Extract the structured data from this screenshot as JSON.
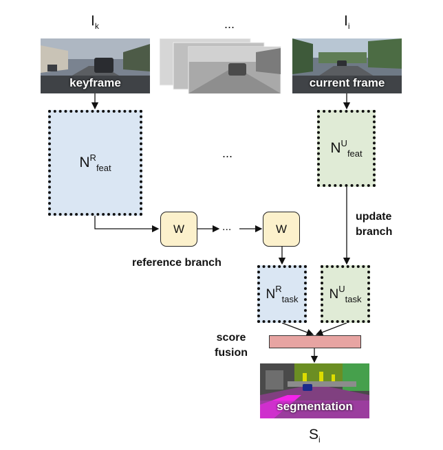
{
  "frames": {
    "key_symbol": "I",
    "key_sub": "k",
    "key_label": "keyframe",
    "current_symbol": "I",
    "current_sub": "i",
    "current_label": "current frame",
    "middle_ellipsis": "..."
  },
  "reference": {
    "feat_symbol": "N",
    "feat_sup": "R",
    "feat_sub": "feat",
    "warp1_label": "W",
    "warp2_label": "W",
    "ellipsis": "...",
    "branch_label": "reference branch",
    "task_symbol": "N",
    "task_sup": "R",
    "task_sub": "task"
  },
  "update": {
    "feat_symbol": "N",
    "feat_sup": "U",
    "feat_sub": "feat",
    "branch_label_line1": "update",
    "branch_label_line2": "branch",
    "task_symbol": "N",
    "task_sup": "U",
    "task_sub": "task"
  },
  "middle_ellipsis": "...",
  "fusion": {
    "label_line1": "score",
    "label_line2": "fusion"
  },
  "output": {
    "label": "segmentation",
    "symbol": "S",
    "sub": "i"
  },
  "colors": {
    "feat_ref": "#dae6f3",
    "feat_update": "#e0ebd6",
    "warp": "#fcf1cc",
    "fusion": "#e7a4a2"
  }
}
